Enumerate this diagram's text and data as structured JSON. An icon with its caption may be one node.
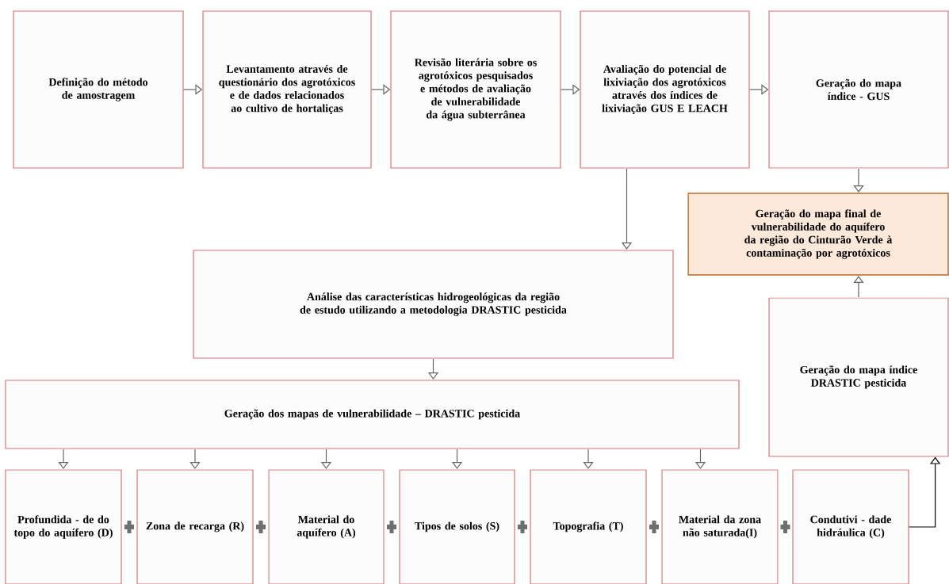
{
  "diagram": {
    "nodes": [
      {
        "text": [
          "Definição do método de amostragem"
        ]
      },
      {
        "text": [
          "Levantamento através de questionário dos agrotóxicos e de dados relacionados ao cultivo de hortaliças"
        ]
      },
      {
        "text": [
          "Revisão literária sobre os agrotóxicos pesquisados e métodos de avaliação de vulnerabilidade da água subterrânea"
        ]
      },
      {
        "text": [
          "Avaliação do potencial de lixiviação dos agrotóxicos através dos índices de lixiviação GUS E LEACH"
        ]
      },
      {
        "text": [
          "Geração do mapa índice - GUS"
        ]
      },
      {
        "text": [
          "Geração do mapa final de vulnerabilidade do aquífero da região do Cinturão Verde à contaminação por agrotóxicos"
        ]
      },
      {
        "text": [
          "Análise das características hidrogeológicas da região de estudo utilizando a metodologia DRASTIC pesticida"
        ]
      },
      {
        "text": [
          "Geração dos mapas de vulnerabilidade – DRASTIC pesticida"
        ]
      },
      {
        "text": [
          "Profundida - de do topo do aquífero (D)"
        ]
      },
      {
        "text": [
          "Zona de recarga (R)"
        ]
      },
      {
        "text": [
          "Material do aquífero (A)"
        ]
      },
      {
        "text": [
          "Tipos de solos (S)"
        ]
      },
      {
        "text": [
          "Topografia (T)"
        ]
      },
      {
        "text": [
          "Material da zona não saturada(I)"
        ]
      },
      {
        "text": [
          "Condutivi - dade hidráulica (C)"
        ]
      },
      {
        "text": [
          "Geração do mapa índice DRASTIC pesticida"
        ]
      }
    ],
    "edges": [
      {
        "from": 0,
        "to": 1,
        "arrow": "to"
      },
      {
        "from": 1,
        "to": 2,
        "arrow": "to"
      },
      {
        "from": 2,
        "to": 3,
        "arrow": "to"
      },
      {
        "from": 3,
        "to": 4,
        "arrow": "to"
      },
      {
        "from": 4,
        "to": 5,
        "arrow": "to"
      },
      {
        "from": 3,
        "to": 6,
        "arrow": "to"
      },
      {
        "from": 6,
        "to": 7,
        "arrow": "to"
      },
      {
        "from": 7,
        "to": 8,
        "arrow": "to"
      },
      {
        "from": 7,
        "to": 9,
        "arrow": "to"
      },
      {
        "from": 7,
        "to": 10,
        "arrow": "to"
      },
      {
        "from": 7,
        "to": 11,
        "arrow": "to"
      },
      {
        "from": 7,
        "to": 12,
        "arrow": "to"
      },
      {
        "from": 7,
        "to": 13,
        "arrow": "to"
      },
      {
        "from": 14,
        "to": 15,
        "arrow": "to",
        "color": "#000000"
      },
      {
        "from": 15,
        "to": 5,
        "arrow": "to"
      }
    ]
  }
}
